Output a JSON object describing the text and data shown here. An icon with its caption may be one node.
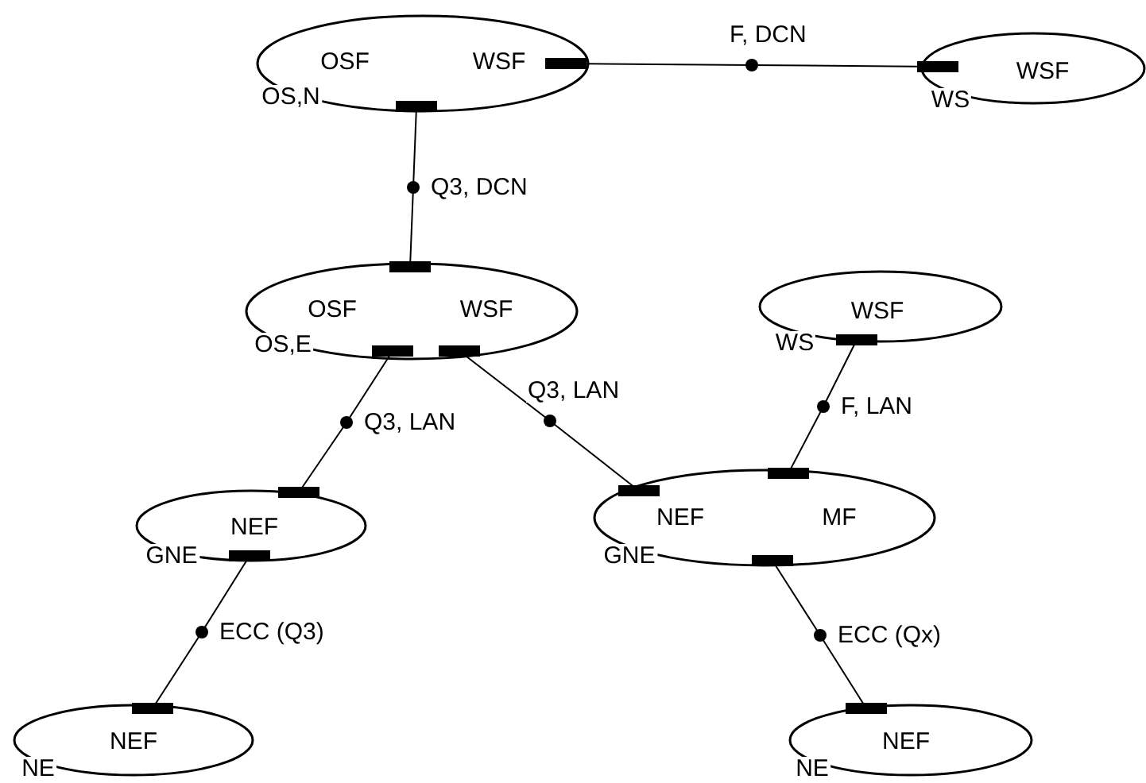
{
  "diagram": {
    "nodes": [
      {
        "text": [
          "OSF",
          "WSF",
          "OS,N"
        ]
      },
      {
        "text": [
          "WSF",
          "WS"
        ]
      },
      {
        "text": [
          "OSF",
          "WSF",
          "OS,E"
        ]
      },
      {
        "text": [
          "WSF",
          "WS"
        ]
      },
      {
        "text": [
          "NEF",
          "GNE"
        ]
      },
      {
        "text": [
          "NEF",
          "MF",
          "GNE"
        ]
      },
      {
        "text": [
          "NEF",
          "NE"
        ]
      },
      {
        "text": [
          "NEF",
          "NE"
        ]
      }
    ],
    "edges": [
      {
        "from": 0,
        "to": 1,
        "arrow": "other",
        "label": "F, DCN"
      },
      {
        "from": 0,
        "to": 2,
        "arrow": "other",
        "label": "Q3, DCN"
      },
      {
        "from": 2,
        "to": 4,
        "arrow": "other",
        "label": "Q3, LAN"
      },
      {
        "from": 2,
        "to": 5,
        "arrow": "other",
        "label": "Q3, LAN"
      },
      {
        "from": 3,
        "to": 5,
        "arrow": "other",
        "label": "F, LAN"
      },
      {
        "from": 4,
        "to": 6,
        "arrow": "other",
        "label": "ECC (Q3)"
      },
      {
        "from": 5,
        "to": 7,
        "arrow": "other",
        "label": "ECC (Qx)"
      }
    ]
  }
}
